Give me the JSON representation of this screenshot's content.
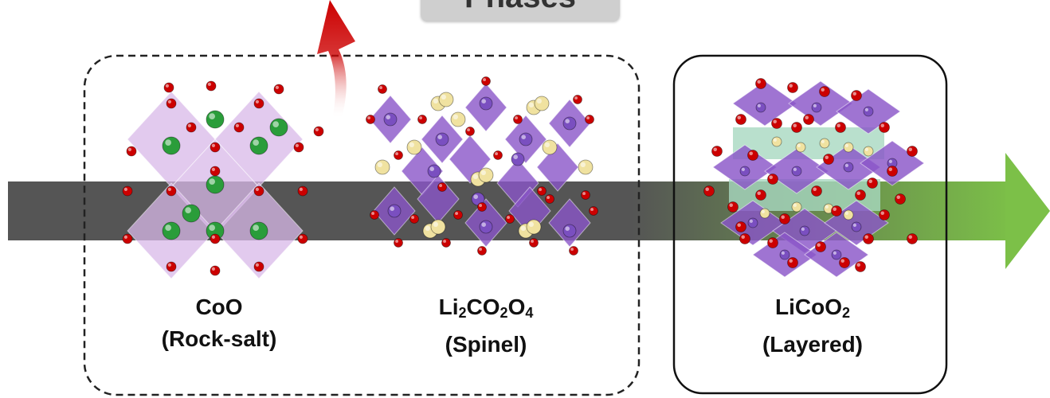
{
  "header": {
    "title": "Phases"
  },
  "phases": [
    {
      "formula": {
        "parts": [
          {
            "t": "CoO"
          }
        ]
      },
      "structure": "(Rock-salt)"
    },
    {
      "formula": {
        "parts": [
          {
            "t": "Li"
          },
          {
            "s": "2"
          },
          {
            "t": "CO"
          },
          {
            "s": "2"
          },
          {
            "t": "O"
          },
          {
            "s": "4"
          }
        ]
      },
      "structure": "(Spinel)"
    },
    {
      "formula": {
        "parts": [
          {
            "t": "LiCoO"
          },
          {
            "s": "2"
          }
        ]
      },
      "structure": "(Layered)"
    }
  ],
  "colors": {
    "oxygen": "#cc0000",
    "cobalt_rocksalt": "#2a9d3a",
    "cobalt": "#7a4fc0",
    "lithium": "#f0e2a0",
    "polyhedra_rocksalt": "#d8b8e8",
    "polyhedra": "#8a55c8",
    "layer_lithium": "#a8d8c0",
    "arrow_start": "#555555",
    "arrow_end": "#7cc048",
    "escape_arrow": "#cc0000"
  },
  "icons": [
    "red-curved-arrow-icon",
    "progress-arrow-icon"
  ]
}
